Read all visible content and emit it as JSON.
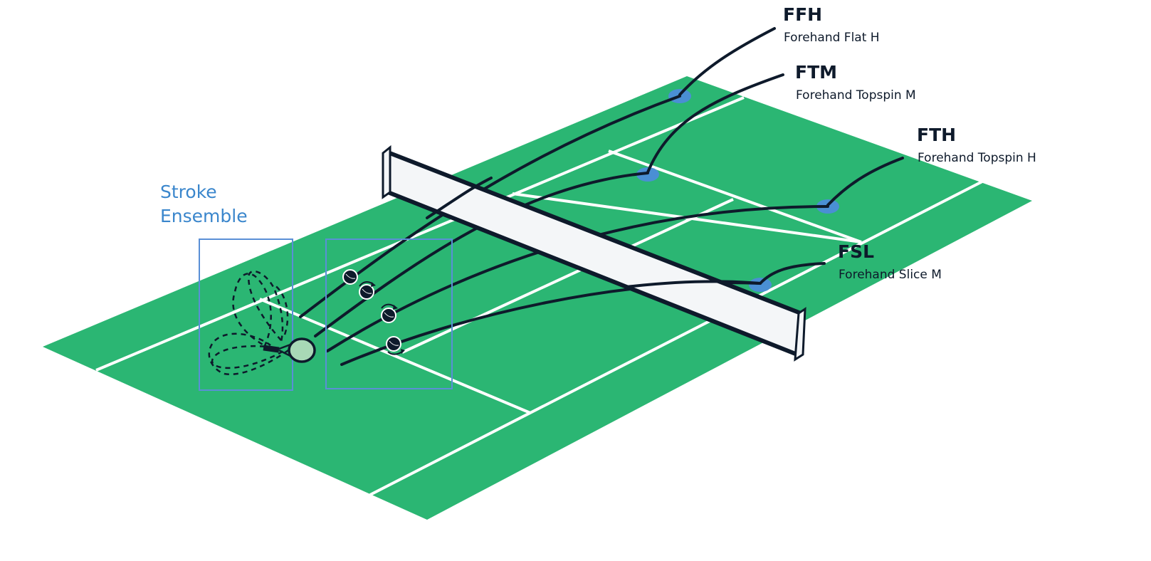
{
  "title": {
    "line1": "Stroke",
    "line2": "Ensemble"
  },
  "colors": {
    "court": "#2bb673",
    "court_lines": "#ffffff",
    "ink": "#0e1a2b",
    "net_fill": "#f4f6f8",
    "target_spot": "#4a8fd4",
    "ensemble_box": "#5a8fd6",
    "title": "#3a86cc",
    "racket_face": "#a8d8b6"
  },
  "strokes": [
    {
      "code": "FFH",
      "name": "Forehand Flat H"
    },
    {
      "code": "FTM",
      "name": "Forehand Topspin M"
    },
    {
      "code": "FTH",
      "name": "Forehand Topspin H"
    },
    {
      "code": "FSL",
      "name": "Forehand Slice M"
    }
  ],
  "icons": {
    "racket": "tennis-racket-icon",
    "ball": "tennis-ball-icon",
    "spin": "spin-arrow-icon",
    "target": "target-spot-icon"
  }
}
